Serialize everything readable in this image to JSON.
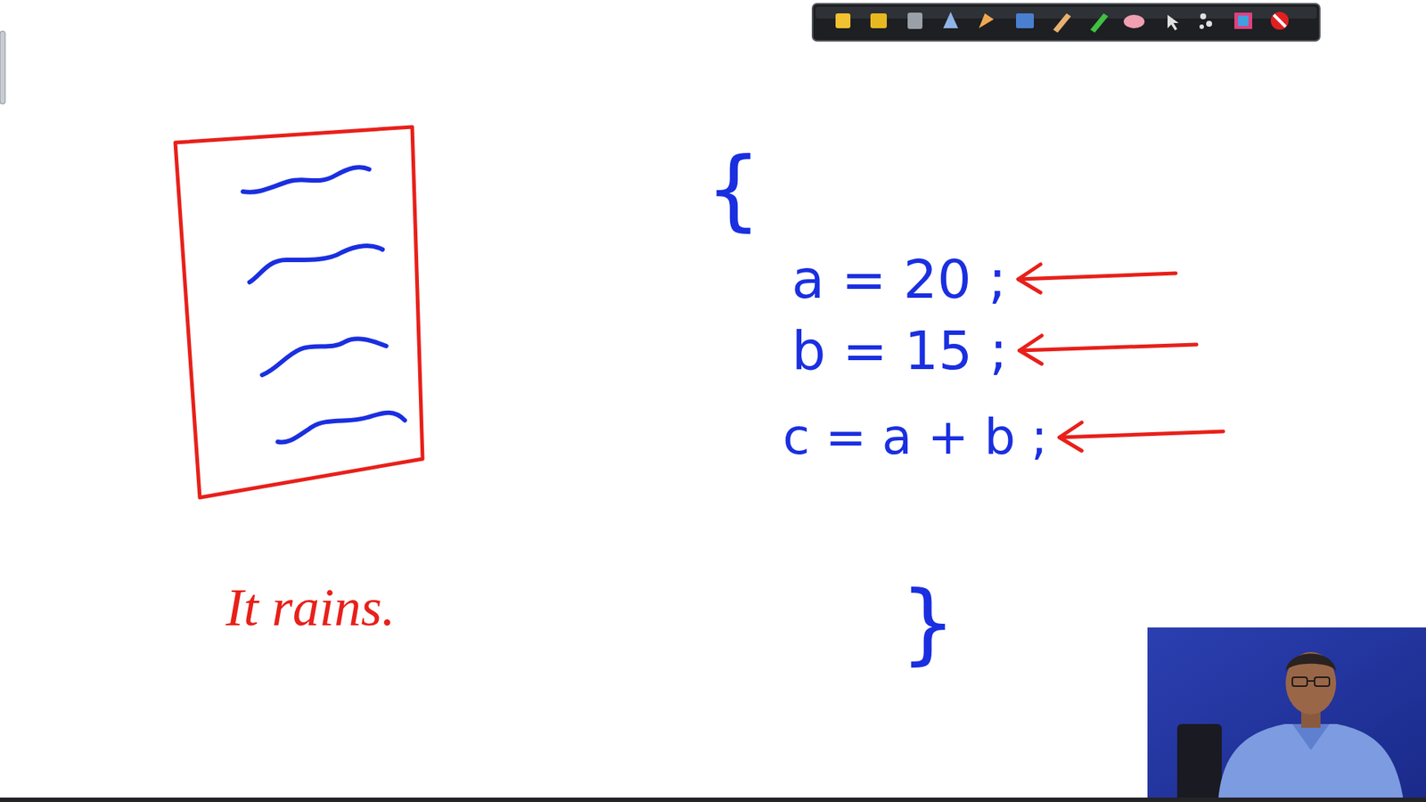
{
  "diagram": {
    "labels": [
      "It rains.",
      "{",
      "a = 20 ;",
      "b = 15 ;",
      "c = a + b ;",
      "}"
    ]
  }
}
